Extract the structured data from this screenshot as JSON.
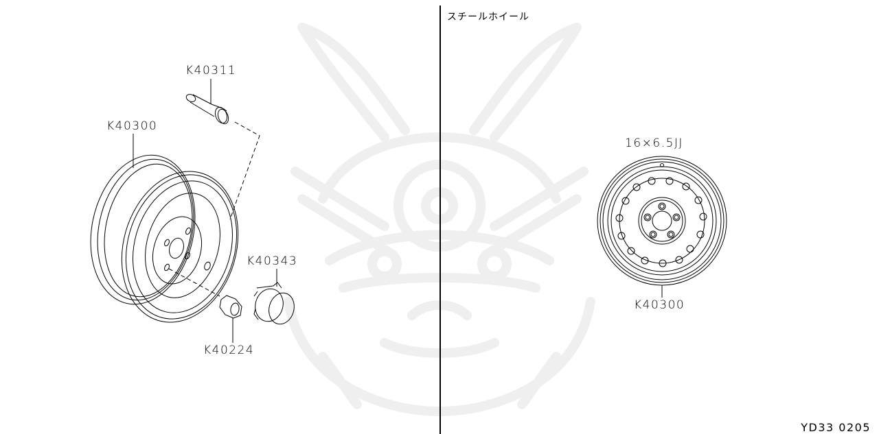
{
  "diagram": {
    "left_panel": {
      "parts": [
        {
          "id": "K40311",
          "label": "K40311",
          "name": "valve-assembly"
        },
        {
          "id": "K40300",
          "label": "K40300",
          "name": "road-wheel"
        },
        {
          "id": "K40343",
          "label": "K40343",
          "name": "wheel-cap"
        },
        {
          "id": "K40224",
          "label": "K40224",
          "name": "wheel-nut"
        }
      ]
    },
    "right_panel": {
      "title": "スチールホイール",
      "wheel_size": "16×6.5JJ",
      "part_label": "K40300"
    },
    "footer_code": "YD33 0205",
    "colors": {
      "line": "#000000",
      "watermark": "#f2f2f2",
      "background": "#ffffff"
    }
  }
}
